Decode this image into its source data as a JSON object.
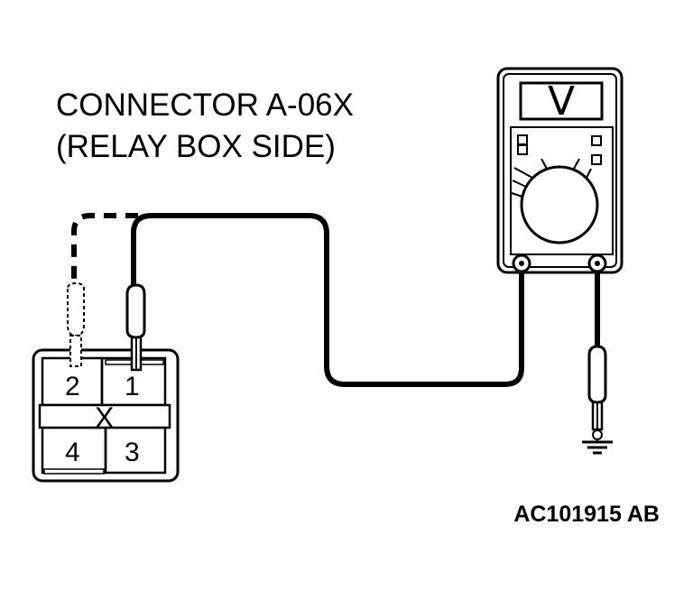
{
  "connector": {
    "title_line1": "CONNECTOR A-06X",
    "title_line2": "(RELAY BOX SIDE)",
    "pins": {
      "pin1": "1",
      "pin2": "2",
      "pin3": "3",
      "pin4": "4",
      "center_mark": "X"
    }
  },
  "meter": {
    "display_unit": "V"
  },
  "figure_code": "AC101915 AB"
}
